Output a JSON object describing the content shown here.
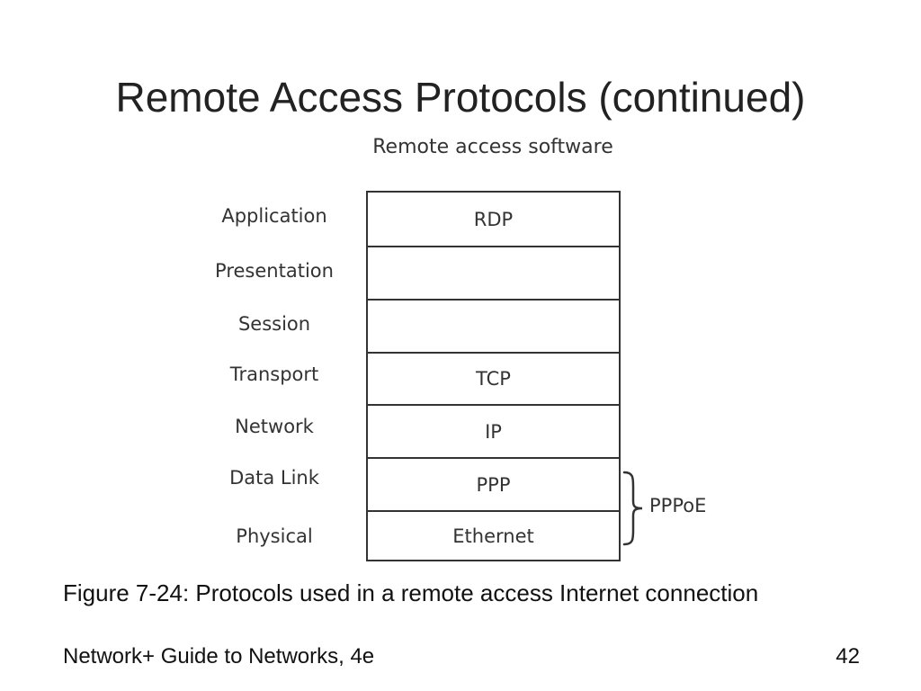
{
  "slide": {
    "title": "Remote Access Protocols (continued)",
    "caption": "Figure 7-24: Protocols used in a remote access Internet connection",
    "footer_source": "Network+ Guide to Networks, 4e",
    "page_number": "42"
  },
  "figure": {
    "heading": "Remote access software",
    "layers": [
      {
        "name": "Application",
        "protocol": "RDP"
      },
      {
        "name": "Presentation",
        "protocol": ""
      },
      {
        "name": "Session",
        "protocol": ""
      },
      {
        "name": "Transport",
        "protocol": "TCP"
      },
      {
        "name": "Network",
        "protocol": "IP"
      },
      {
        "name": "Data Link",
        "protocol": "PPP"
      },
      {
        "name": "Physical",
        "protocol": "Ethernet"
      }
    ],
    "bracket_label": "PPPoE"
  }
}
